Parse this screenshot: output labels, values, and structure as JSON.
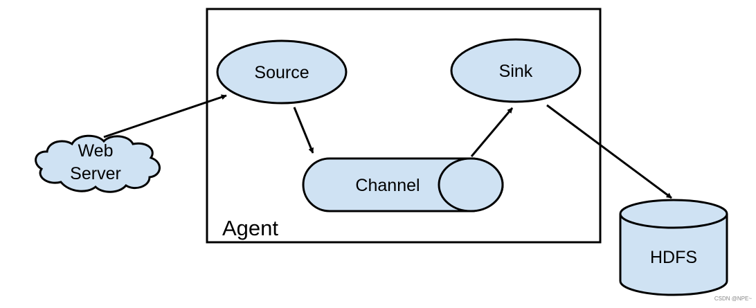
{
  "diagram": {
    "agent": {
      "label": "Agent"
    },
    "source": {
      "label": "Source"
    },
    "sink": {
      "label": "Sink"
    },
    "channel": {
      "label": "Channel"
    },
    "web_server": {
      "line1": "Web",
      "line2": "Server"
    },
    "hdfs": {
      "label": "HDFS"
    },
    "watermark": "CSDN @NPE~"
  },
  "colors": {
    "node_fill": "#cfe2f3",
    "stroke": "#000000",
    "background": "#ffffff"
  }
}
